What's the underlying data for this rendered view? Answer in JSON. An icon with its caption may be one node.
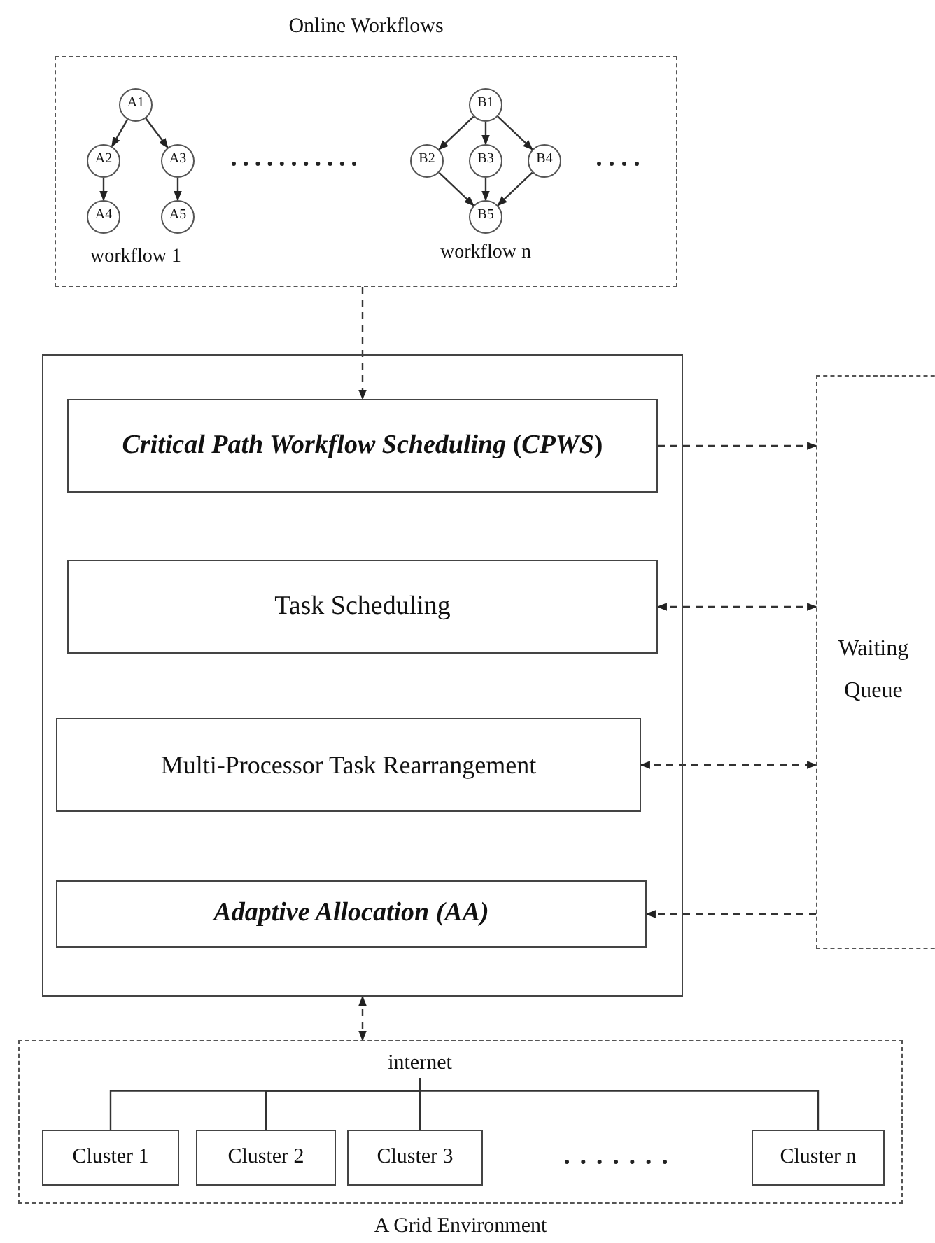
{
  "diagram": {
    "nodes": [
      {
        "text": [
          "Online Workflows"
        ]
      },
      {
        "text": [
          "A1"
        ],
        "in": 0
      },
      {
        "text": [
          "A2"
        ],
        "in": 0
      },
      {
        "text": [
          "A3"
        ],
        "in": 0
      },
      {
        "text": [
          "A4"
        ],
        "in": 0
      },
      {
        "text": [
          "A5"
        ],
        "in": 0
      },
      {
        "text": [
          "B1"
        ],
        "in": 0
      },
      {
        "text": [
          "B2"
        ],
        "in": 0
      },
      {
        "text": [
          "B3"
        ],
        "in": 0
      },
      {
        "text": [
          "B4"
        ],
        "in": 0
      },
      {
        "text": [
          "B5"
        ],
        "in": 0
      },
      {
        "text": [],
        "shape": "box"
      },
      {
        "text": [
          "*Critical Path Workflow Scheduling* (*CPWS*)"
        ],
        "in": 11
      },
      {
        "text": [
          "Task Scheduling"
        ],
        "in": 11
      },
      {
        "text": [
          "Multi-Processor Task Rearrangement"
        ],
        "in": 11
      },
      {
        "text": [
          "Adaptive Allocation (AA)"
        ],
        "in": 11
      },
      {
        "text": [
          "Waiting Queue"
        ]
      },
      {
        "text": [
          "A Grid Environment"
        ]
      },
      {
        "text": [
          "internet"
        ],
        "in": 17
      },
      {
        "text": [
          "Cluster 1"
        ],
        "in": 17
      },
      {
        "text": [
          "Cluster 2"
        ],
        "in": 17
      },
      {
        "text": [
          "Cluster 3"
        ],
        "in": 17
      },
      {
        "text": [
          "Cluster n"
        ],
        "in": 17
      }
    ],
    "edges": [
      {
        "from": 1,
        "to": 2,
        "arrow": "to"
      },
      {
        "from": 1,
        "to": 3,
        "arrow": "to"
      },
      {
        "from": 2,
        "to": 4,
        "arrow": "to"
      },
      {
        "from": 3,
        "to": 5,
        "arrow": "to"
      },
      {
        "from": 6,
        "to": 7,
        "arrow": "to"
      },
      {
        "from": 6,
        "to": 8,
        "arrow": "to"
      },
      {
        "from": 6,
        "to": 9,
        "arrow": "to"
      },
      {
        "from": 7,
        "to": 10,
        "arrow": "to"
      },
      {
        "from": 8,
        "to": 10,
        "arrow": "to"
      },
      {
        "from": 9,
        "to": 10,
        "arrow": "to"
      },
      {
        "from": 0,
        "to": 12,
        "arrow": "to",
        "style": "dashed"
      },
      {
        "from": 12,
        "to": 16,
        "arrow": "to",
        "style": "dashed"
      },
      {
        "from": 13,
        "to": 16,
        "arrow": "both",
        "style": "dashed"
      },
      {
        "from": 14,
        "to": 16,
        "arrow": "both",
        "style": "dashed"
      },
      {
        "from": 16,
        "to": 15,
        "arrow": "to",
        "style": "dashed"
      },
      {
        "from": 11,
        "to": 17,
        "arrow": "both",
        "style": "dashed"
      },
      {
        "from": 18,
        "to": 19,
        "arrow": "none"
      },
      {
        "from": 18,
        "to": 20,
        "arrow": "none"
      },
      {
        "from": 18,
        "to": 21,
        "arrow": "none"
      },
      {
        "from": 18,
        "to": 22,
        "arrow": "none"
      }
    ],
    "labels": [
      "workflow 1",
      "workflow n"
    ]
  }
}
